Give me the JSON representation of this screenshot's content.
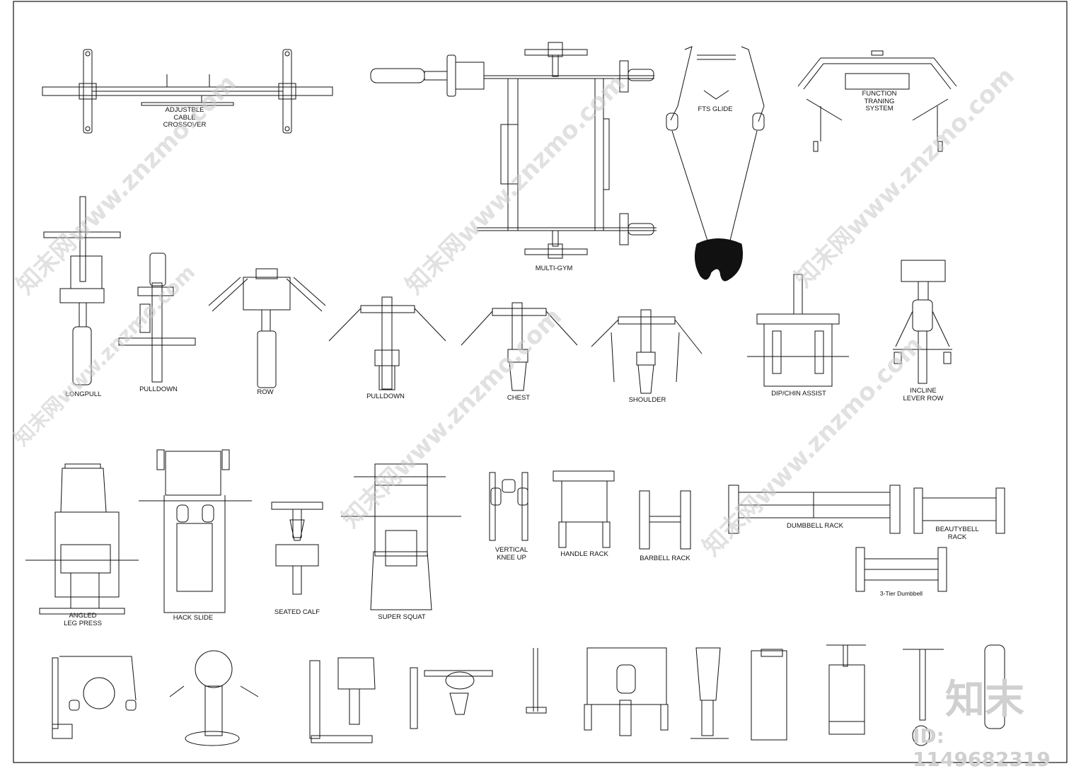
{
  "labels": {
    "adjustable_cable_crossover": "ADJUSTBLE\nCABLE\nCROSSOVER",
    "multi_gym": "MULTI-GYM",
    "fts_glide": "FTS GLIDE",
    "function_training_system": "FUNCTION\nTRANING\nSYSTEM",
    "longpull": "LONGPULL",
    "pulldown_1": "PULLDOWN",
    "row": "ROW",
    "pulldown_2": "PULLDOWN",
    "chest": "CHEST",
    "shoulder": "SHOULDER",
    "dip_chin_assist": "DIP/CHIN ASSIST",
    "incline_lever_row": "INCLINE\nLEVER ROW",
    "angled_leg_press": "ANGLED\nLEG PRESS",
    "hack_slide": "HACK SLIDE",
    "seated_calf": "SEATED CALF",
    "super_squat": "SUPER SQUAT",
    "vertical_knee_up": "VERTICAL\nKNEE UP",
    "handle_rack": "HANDLE RACK",
    "barbell_rack": "BARBELL RACK",
    "dumbbell_rack": "DUMBBELL RACK",
    "beautybell_rack": "BEAUTYBELL\nRACK",
    "three_tier_dumbbell": "3-Tier Dumbbell"
  },
  "watermark": {
    "text": "知末网www.znzmo.com",
    "brand": "知末",
    "id_text": "ID: 1149682319"
  }
}
